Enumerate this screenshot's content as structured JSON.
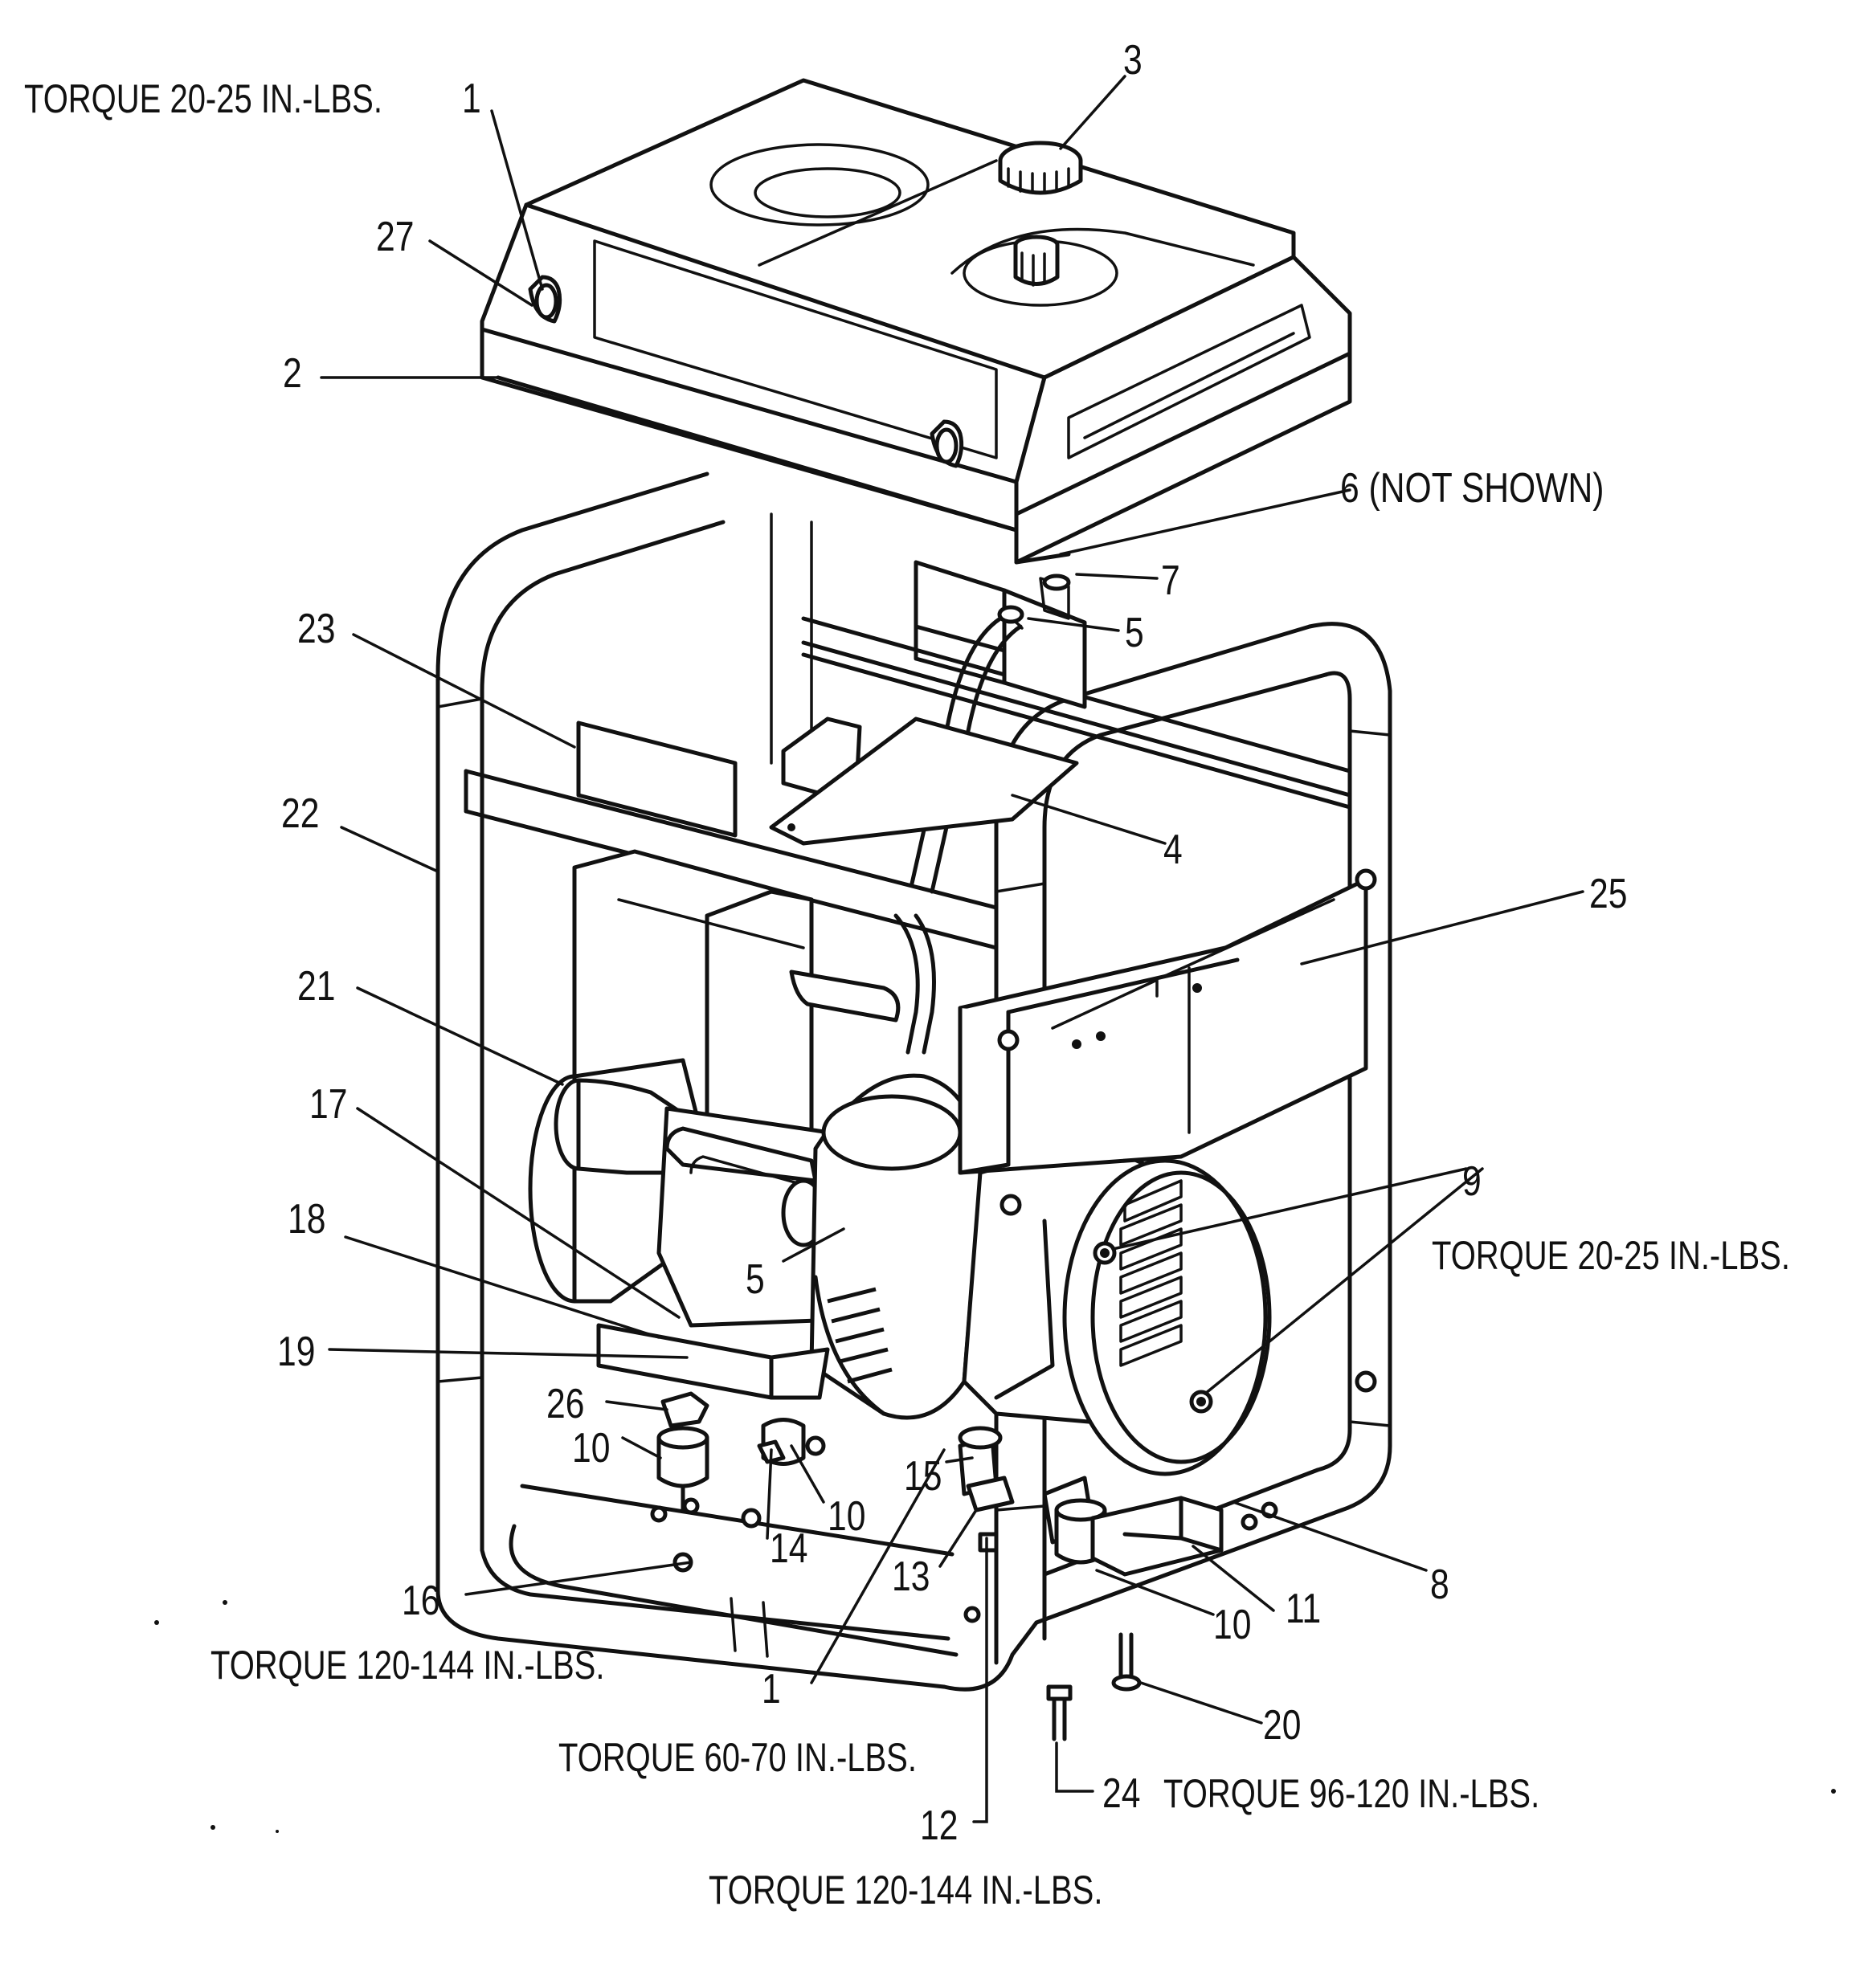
{
  "callouts": {
    "c1_top": "1",
    "c1_bottom": "1",
    "c2": "2",
    "c3": "3",
    "c4": "4",
    "c5_upper": "5",
    "c5_lower": "5",
    "c6": "6 (NOT SHOWN)",
    "c7": "7",
    "c8": "8",
    "c9": "9",
    "c10_left": "10",
    "c10_mid": "10",
    "c10_right": "10",
    "c11": "11",
    "c12": "12",
    "c13": "13",
    "c14": "14",
    "c15": "15",
    "c16": "16",
    "c17": "17",
    "c18": "18",
    "c19": "19",
    "c20": "20",
    "c21": "21",
    "c22": "22",
    "c23": "23",
    "c24": "24",
    "c25": "25",
    "c26": "26",
    "c27": "27"
  },
  "torque_notes": {
    "top_left": "TORQUE 20-25 IN.-LBS.",
    "right": "TORQUE 20-25 IN.-LBS.",
    "bottom_left": "TORQUE 120-144 IN.-LBS.",
    "bottom_center": "TORQUE 60-70 IN.-LBS.",
    "bottom_right": "TORQUE 96-120 IN.-LBS.",
    "bottom": "TORQUE 120-144 IN.-LBS."
  },
  "colors": {
    "ink": "#111111",
    "paper": "#ffffff"
  }
}
